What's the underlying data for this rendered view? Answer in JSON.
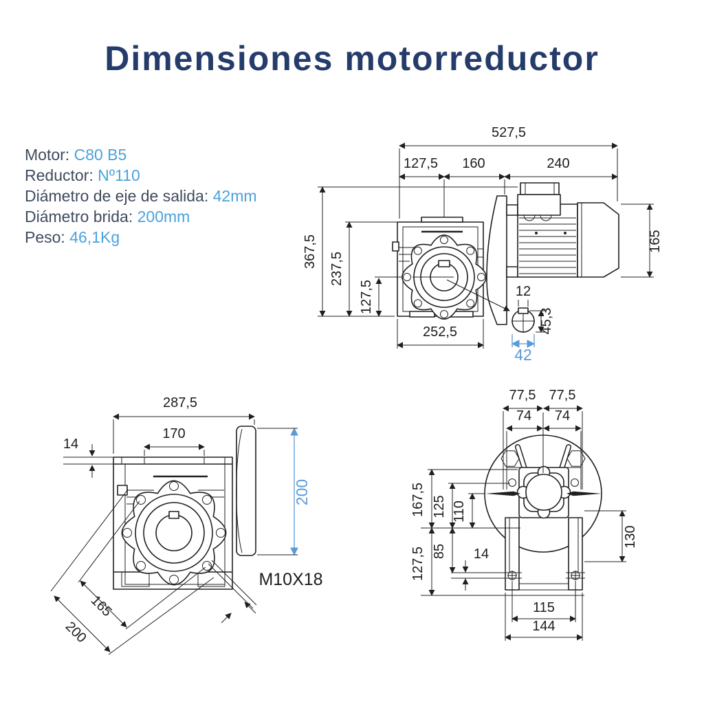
{
  "title": "Dimensiones motorreductor",
  "specs": [
    {
      "label": "Motor: ",
      "value": "C80 B5"
    },
    {
      "label": "Reductor: ",
      "value": "Nº110"
    },
    {
      "label": "Diámetro de eje de salida: ",
      "value": "42mm"
    },
    {
      "label": "Diámetro brida: ",
      "value": "200mm"
    },
    {
      "label": "Peso: ",
      "value": "46,1Kg"
    }
  ],
  "colors": {
    "title": "#253c6b",
    "label": "#3f4a5c",
    "accent_blue": "#5b9bd5",
    "line": "#1f1f1f"
  },
  "side_view": {
    "total_length": "527,5",
    "gearbox_offset": "127,5",
    "flange_length": "160",
    "motor_length": "240",
    "total_height": "367,5",
    "housing_height": "237,5",
    "axis_height": "127,5",
    "gearbox_width": "252,5",
    "motor_height": "165",
    "keyway_width": "12",
    "shaft_key_height": "45,3",
    "shaft_diameter": "42"
  },
  "front_view": {
    "total_width": "287,5",
    "pad_width": "170",
    "pad_thickness": "14",
    "flange_depth": "200",
    "bolt_circle": "165",
    "flange_od": "200",
    "bolt_thread": "M10X18"
  },
  "back_view": {
    "left_half": "77,5",
    "right_half": "77,5",
    "left_inner": "74",
    "right_inner": "74",
    "height_1": "167,5",
    "height_2": "125",
    "height_3": "110",
    "height_4": "127,5",
    "height_5": "85",
    "foot_thickness": "14",
    "side_height": "130",
    "foot_hole_spacing": "115",
    "foot_width": "144"
  }
}
